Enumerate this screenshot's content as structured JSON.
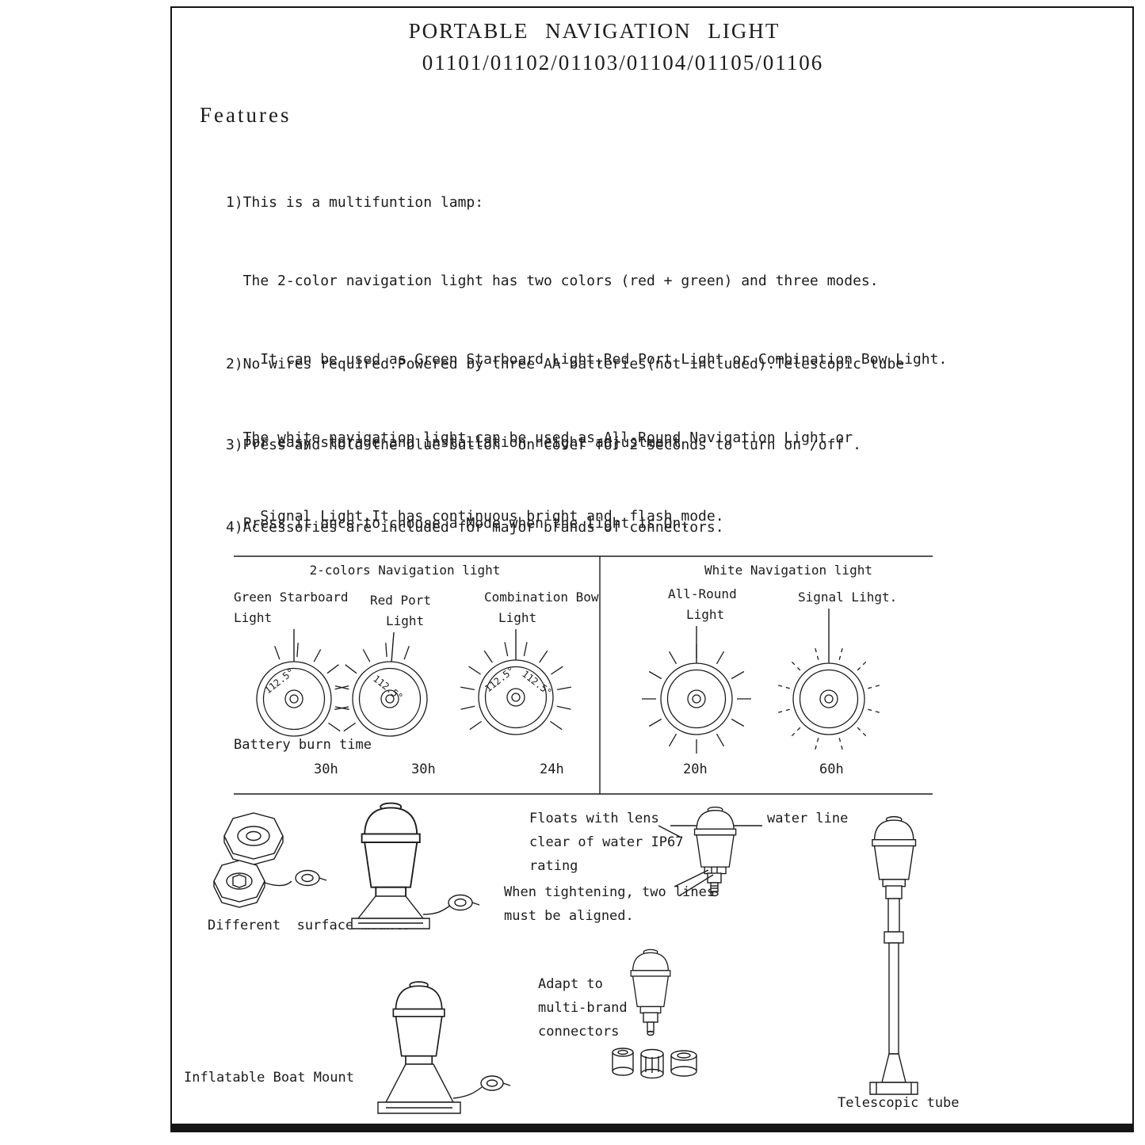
{
  "header": {
    "title": "PORTABLE NAVIGATION LIGHT",
    "models": "01101/01102/01103/01104/01105/01106"
  },
  "features": {
    "heading": "Features",
    "item1": [
      "1)This is a multifuntion lamp:",
      "  The 2-color navigation light has two colors (red + green) and three modes.",
      "    It can be used as Green Starboard Light,Red Port Light or Combination Bow Light.",
      "  The white navigation light can be used as All-Round Navigation Light or",
      "    Signal Light.It has continuous bright and  flash mode."
    ],
    "item2": [
      "2)No wires required.Powered by three AA batteries(not included).Telescopic tube",
      "  for easy storage and installation height adjustment"
    ],
    "item3": [
      "3)Press and hold the blue button  on cover for 2 seconds to turn on /off .",
      "  Press it once to choose a Mode when the light is On."
    ],
    "item4": [
      "4)Accessories are included for major brands of connectors."
    ]
  },
  "diagram": {
    "left_title": "2-colors Navigation light",
    "right_title": "White Navigation light",
    "angle_label": "112.5°",
    "labels": {
      "green1": "Green Starboard",
      "green2": "Light",
      "red1": "Red Port",
      "red2": "Light",
      "combo1": "Combination Bow",
      "combo2": "Light",
      "all1": "All-Round",
      "all2": "Light",
      "signal": "Signal Lihgt."
    },
    "battery_label": "Battery burn time",
    "burn_times": [
      "30h",
      "30h",
      "24h",
      "20h",
      "60h"
    ]
  },
  "bottom": {
    "surface_mounts": "Different  surface mounts",
    "floats_line1": "Floats with lens",
    "floats_line2": "clear of water IP67",
    "floats_line3": "rating",
    "water_line": "water line",
    "tighten_line1": "When tightening, two lines",
    "tighten_line2": "must be aligned.",
    "adapt_line1": "Adapt to",
    "adapt_line2": "multi-brand",
    "adapt_line3": "connectors",
    "inflatable": "Inflatable Boat Mount",
    "telescopic": "Telescopic tube"
  }
}
